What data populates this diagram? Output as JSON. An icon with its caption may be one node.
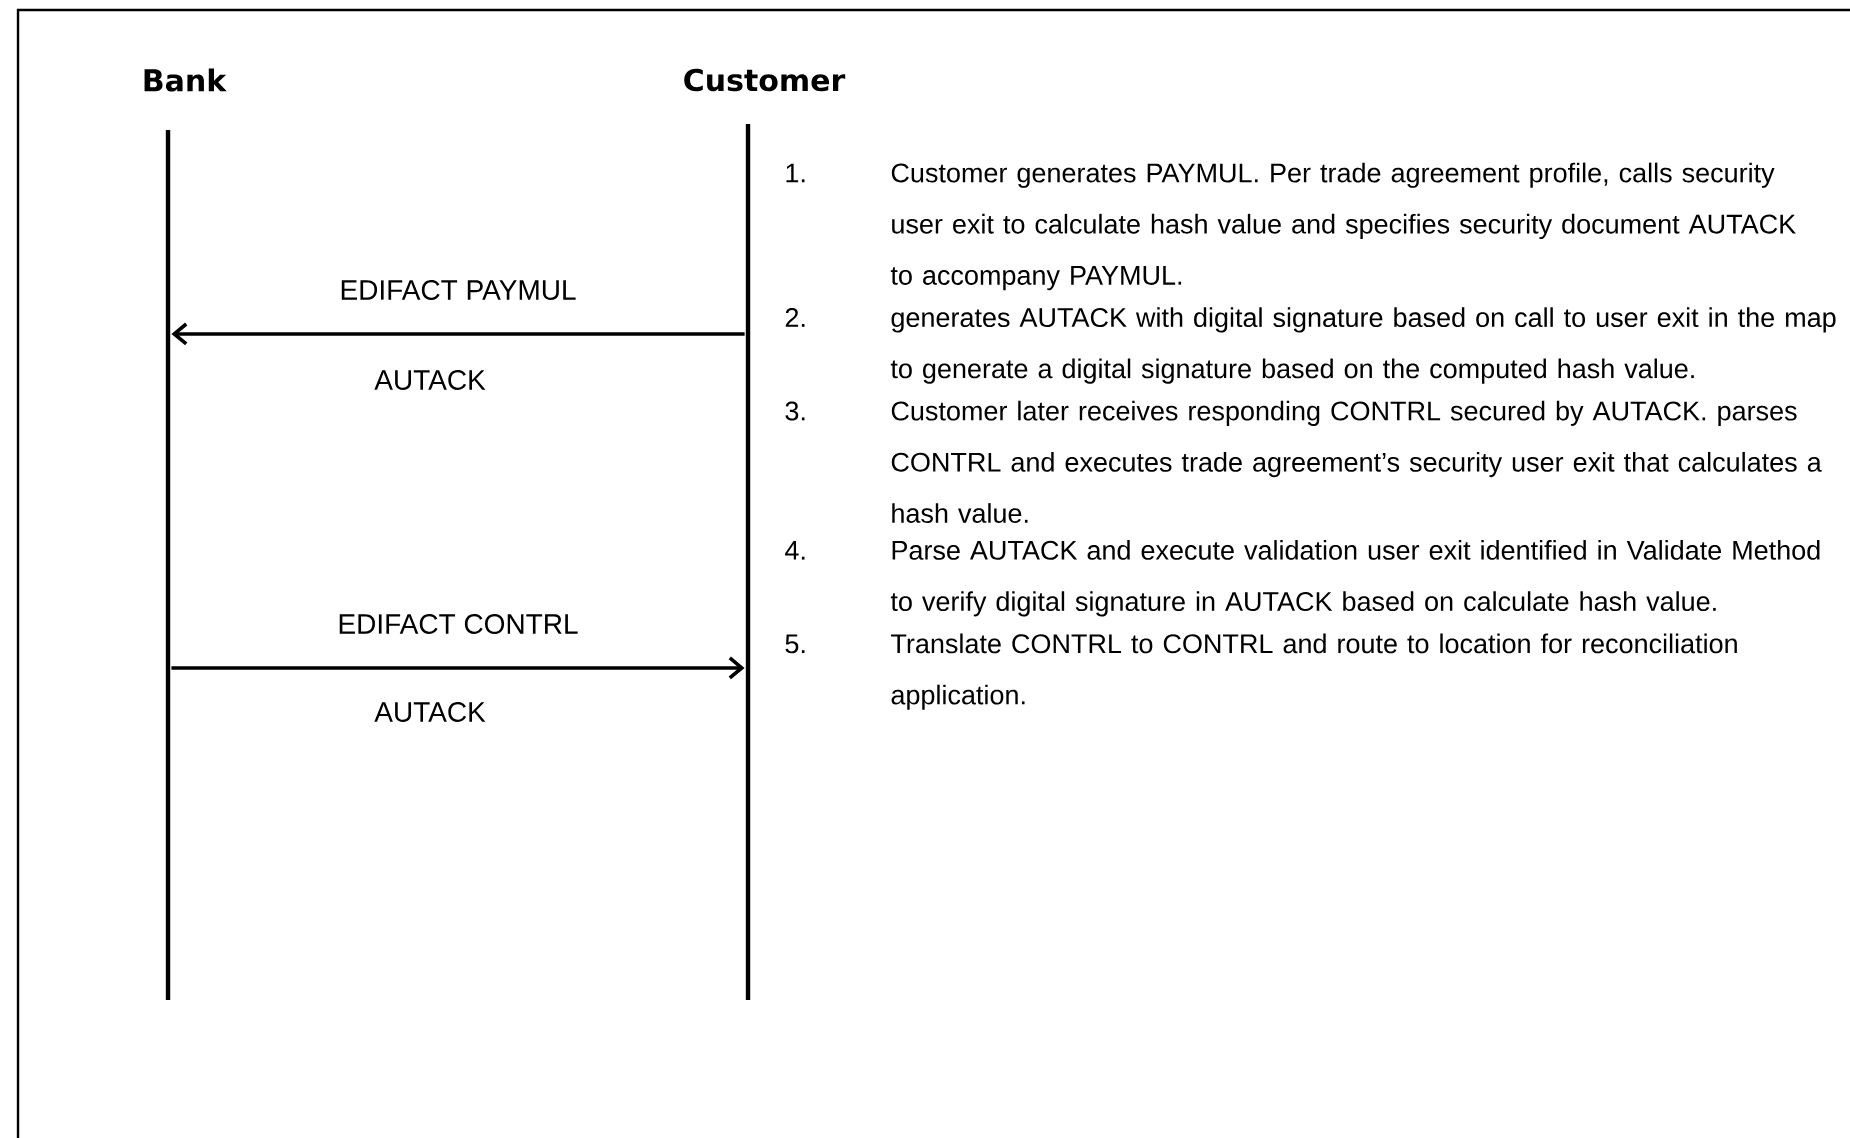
{
  "diagram": {
    "nodes": [
      {
        "text": [
          "Bank"
        ]
      },
      {
        "text": [
          "Customer"
        ]
      }
    ],
    "edges": [
      {
        "from": 1,
        "to": 0,
        "arrow": "to",
        "label": "EDIFACT PAYMUL"
      },
      {
        "from": 0,
        "to": 1,
        "arrow": "to",
        "label": "EDIFACT CONTRL"
      }
    ],
    "labels": [
      "AUTACK",
      "AUTACK",
      "1.",
      "Customer generates PAYMUL. Per trade agreement profile, calls security user exit to calculate hash value and specifies security document AUTACK to accompany PAYMUL.",
      "2.",
      "generates AUTACK with digital signature based on call to user exit in the map to generate a digital signature based on the computed hash value.",
      "3.",
      "Customer later receives responding CONTRL secured by AUTACK. parses CONTRL and executes trade agreement’s security user exit that calculates a hash value.",
      "4.",
      "Parse AUTACK and execute validation user exit identified in Validate Method to verify digital signature in AUTACK based on calculate hash value.",
      "5.",
      "Translate CONTRL to CONTRL and route to location for reconciliation application."
    ]
  }
}
